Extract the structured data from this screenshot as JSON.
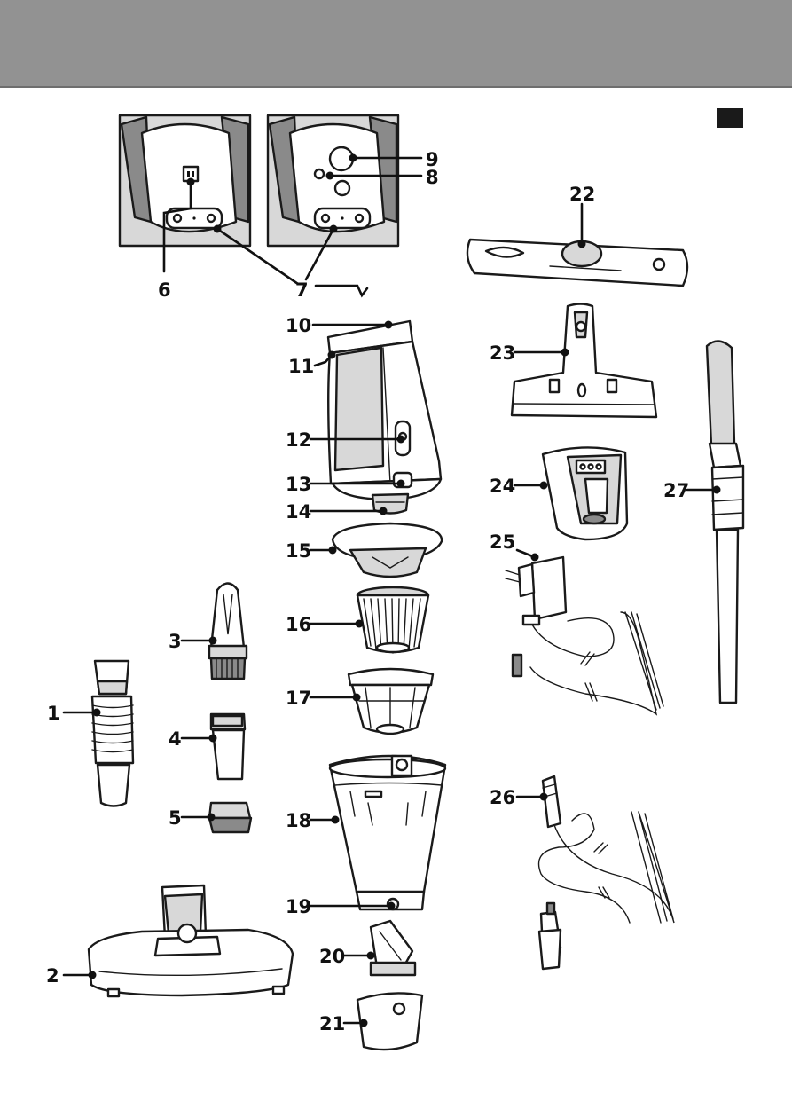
{
  "callouts": [
    {
      "id": "1",
      "label": "1"
    },
    {
      "id": "2",
      "label": "2"
    },
    {
      "id": "3",
      "label": "3"
    },
    {
      "id": "4",
      "label": "4"
    },
    {
      "id": "5",
      "label": "5"
    },
    {
      "id": "6",
      "label": "6"
    },
    {
      "id": "7",
      "label": "7"
    },
    {
      "id": "8",
      "label": "8"
    },
    {
      "id": "9",
      "label": "9"
    },
    {
      "id": "10",
      "label": "10"
    },
    {
      "id": "11",
      "label": "11"
    },
    {
      "id": "12",
      "label": "12"
    },
    {
      "id": "13",
      "label": "13"
    },
    {
      "id": "14",
      "label": "14"
    },
    {
      "id": "15",
      "label": "15"
    },
    {
      "id": "16",
      "label": "16"
    },
    {
      "id": "17",
      "label": "17"
    },
    {
      "id": "18",
      "label": "18"
    },
    {
      "id": "19",
      "label": "19"
    },
    {
      "id": "20",
      "label": "20"
    },
    {
      "id": "21",
      "label": "21"
    },
    {
      "id": "22",
      "label": "22"
    },
    {
      "id": "23",
      "label": "23"
    },
    {
      "id": "24",
      "label": "24"
    },
    {
      "id": "25",
      "label": "25"
    },
    {
      "id": "26",
      "label": "26"
    },
    {
      "id": "27",
      "label": "27"
    }
  ],
  "colors": {
    "header_band": "#929292",
    "outline": "#1a1a1a",
    "part_fill": "#ffffff",
    "shade_fill": "#d8d8d8",
    "dark_fill": "#8a8a8a",
    "language_marker": "#1a1a1a"
  }
}
